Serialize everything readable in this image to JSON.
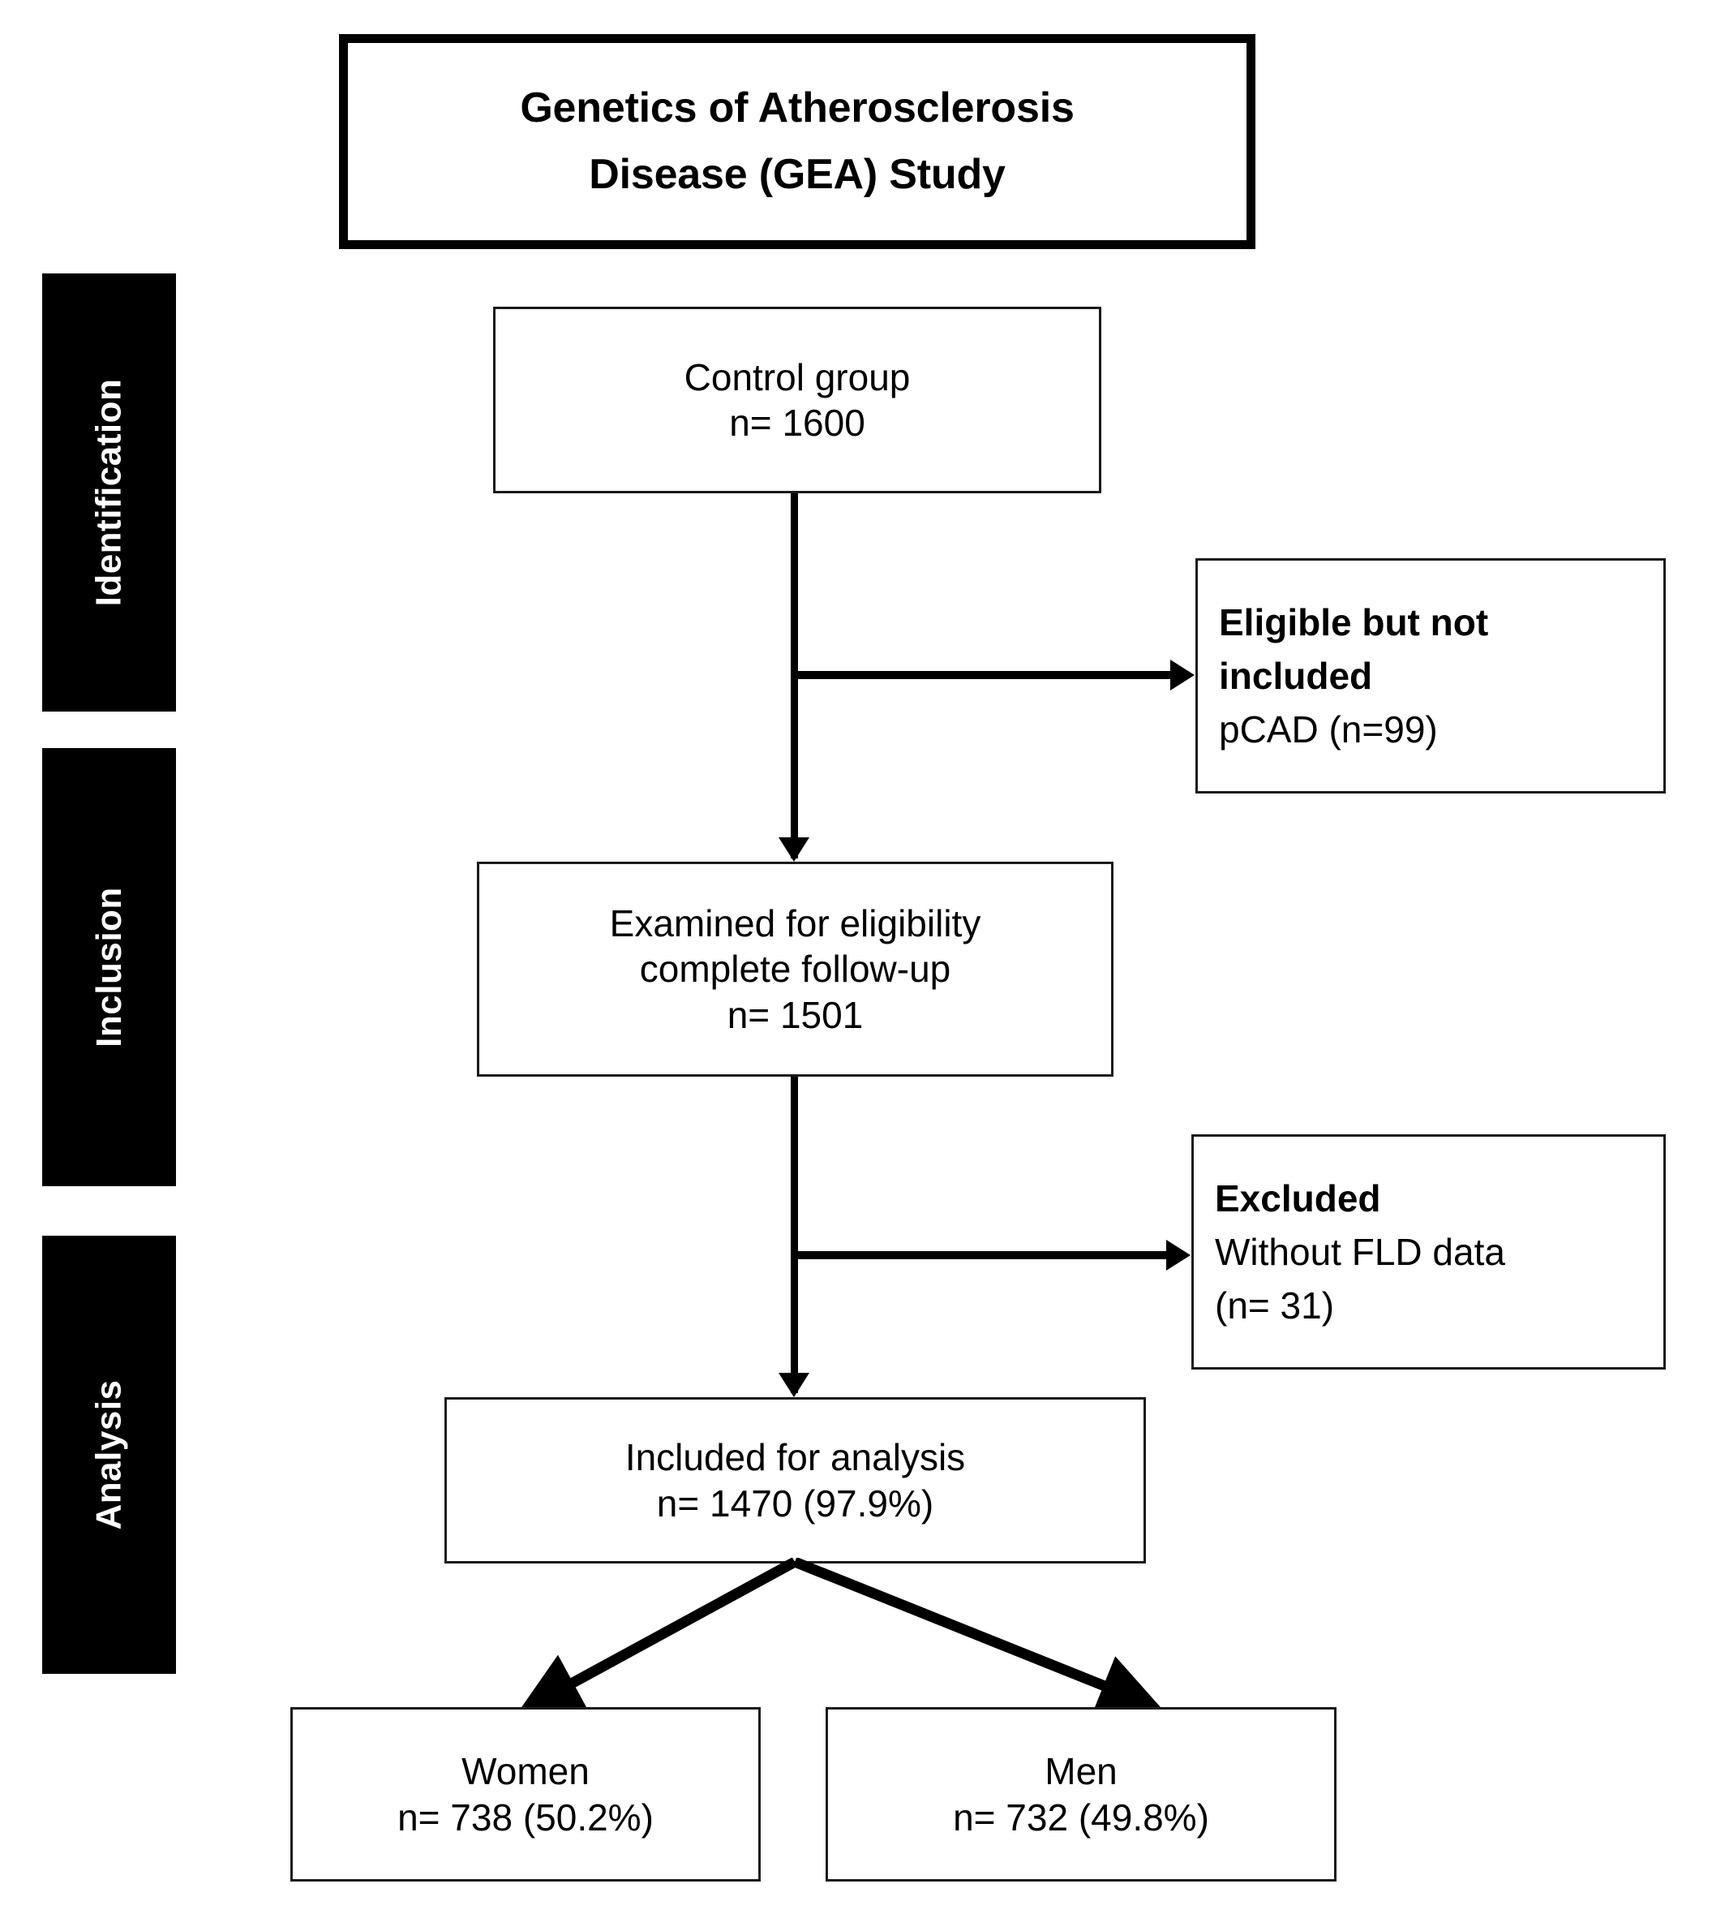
{
  "figure": {
    "type": "flowchart",
    "kind": "study-participant-flow-diagram"
  },
  "title_box": {
    "line1": "Genetics of Atherosclerosis",
    "line2": "Disease (GEA) Study"
  },
  "stages": [
    {
      "label": "Identification"
    },
    {
      "label": "Inclusion"
    },
    {
      "label": "Analysis"
    }
  ],
  "nodes": {
    "control_group": {
      "line1": "Control group",
      "line2": "n= 1600"
    },
    "eligible_not_included": {
      "line1": "Eligible but not",
      "line2": "included",
      "line3": "pCAD (n=99)"
    },
    "examined": {
      "line1": "Examined for eligibility",
      "line2": "complete follow-up",
      "line3": "n= 1501"
    },
    "excluded": {
      "line1": "Excluded",
      "line2": "Without FLD data",
      "line3": "(n= 31)"
    },
    "included_for_analysis": {
      "line1": "Included for analysis",
      "line2": "n= 1470 (97.9%)"
    },
    "women": {
      "line1": "Women",
      "line2": "n= 738 (50.2%)"
    },
    "men": {
      "line1": "Men",
      "line2": "n= 732 (49.8%)"
    }
  },
  "colors": {
    "background": "#ffffff",
    "stroke": "#000000",
    "stage_background": "#000000",
    "stage_text": "#ffffff",
    "node_text": "#000000"
  }
}
